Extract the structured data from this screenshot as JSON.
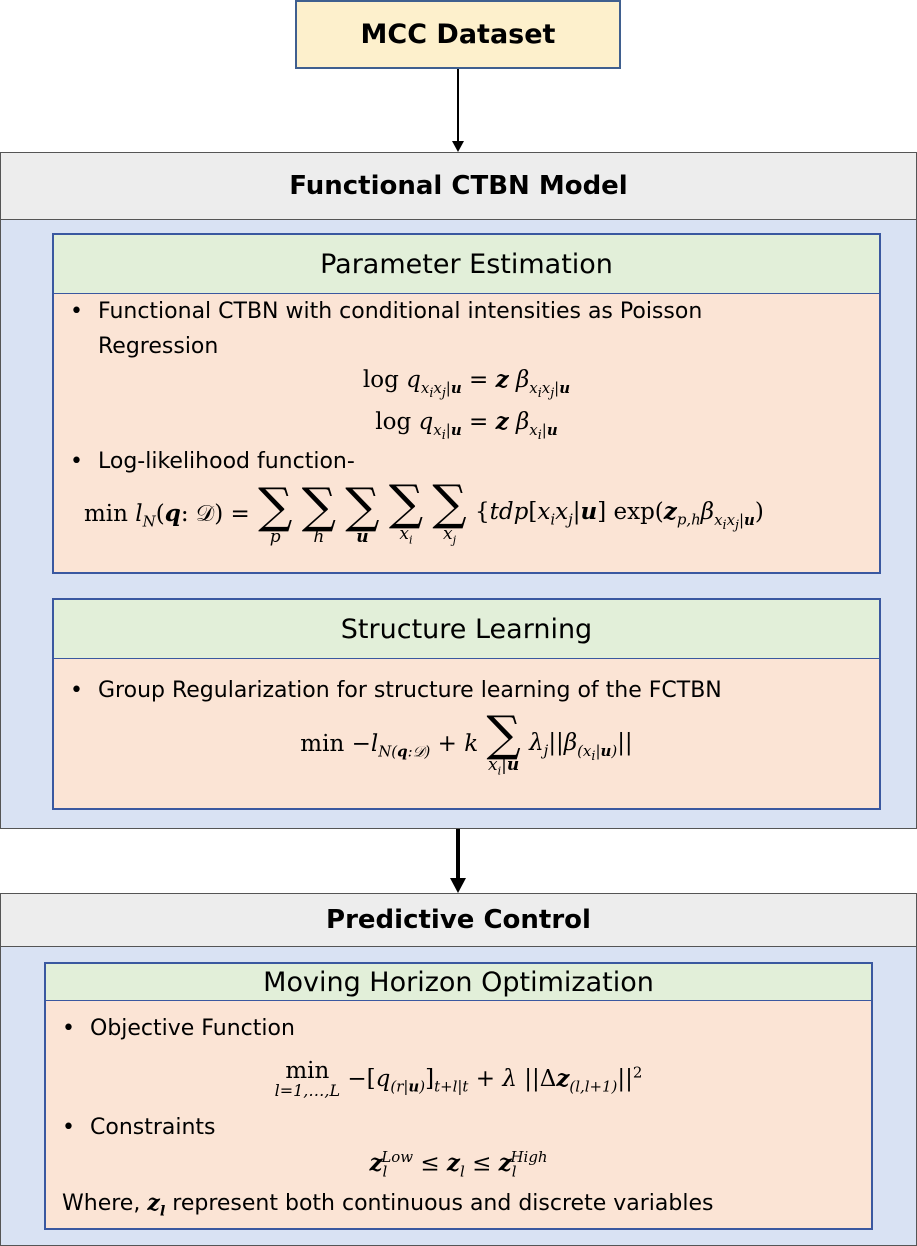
{
  "dataset": {
    "label": "MCC Dataset"
  },
  "model": {
    "title": "Functional CTBN Model",
    "param": {
      "title": "Parameter Estimation",
      "bullet1": "Functional CTBN with conditional intensities as Poisson",
      "bullet1_cont": "Regression",
      "bullet2": "Log-likelihood function-"
    },
    "structure": {
      "title": "Structure Learning",
      "bullet1": "Group Regularization for structure learning of the FCTBN"
    }
  },
  "control": {
    "title": "Predictive Control",
    "mho": {
      "title": "Moving Horizon Optimization",
      "bullet1": "Objective Function",
      "bullet2": "Constraints",
      "where_prefix": "Where,",
      "where_suffix": "represent both continuous and discrete variables"
    }
  },
  "colors": {
    "dataset_fill": "#fdf0cc",
    "outer_fill": "#d9e2f3",
    "outer_title_fill": "#ededed",
    "inner_fill": "#fbe4d5",
    "inner_title_fill": "#e2efd9",
    "inner_border": "#3a58a0"
  }
}
